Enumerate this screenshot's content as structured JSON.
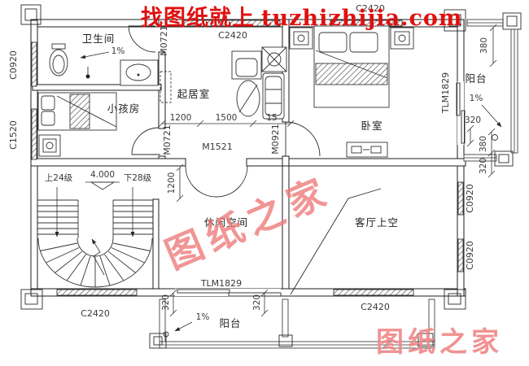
{
  "watermarks": {
    "top_cn": "找图纸就上",
    "top_en": "tuzhizhijia.com",
    "diagonal": "图纸之家",
    "corner": "图纸之家",
    "color_strong": "#e01010",
    "color_soft": "#ee7b7b"
  },
  "rooms": {
    "bathroom": "卫生间",
    "kids_room": "小孩房",
    "living_room": "起居室",
    "bedroom": "卧室",
    "leisure_space": "休闲空间",
    "living_void": "客厅上空",
    "balcony_right": "阳台",
    "balcony_bottom": "阳台"
  },
  "openings": {
    "c0920_left": "C0920",
    "c1520_left": "C1520",
    "c2420_top_center": "C2420",
    "c2420_top_right": "C2420",
    "c0920_right_upper": "C0920",
    "c0920_right_lower": "C0920",
    "c2420_bottom_left": "C2420",
    "c2420_bottom_right": "C2420",
    "m0721_bath": "M0721",
    "m0721_kids": "M0721",
    "m0921_bedroom": "M0921",
    "m1521_entry": "M1521",
    "tlm1829_right": "TLM1829",
    "tlm1829_bottom": "TLM1829"
  },
  "dimensions": {
    "chain_1": "1200",
    "chain_2": "1500",
    "chain_3": "15",
    "stair_opening": "1200",
    "balcony_top_380": "380",
    "balcony_320": "320",
    "stack_380": "380",
    "stack_320": "320",
    "bottom_left_320": "320",
    "bottom_right_320": "320"
  },
  "stairs": {
    "up": "上24级",
    "level": "4.000",
    "down": "下28级"
  },
  "slopes": {
    "bathroom": "1%",
    "balcony_right": "1%",
    "balcony_bottom": "1%"
  }
}
